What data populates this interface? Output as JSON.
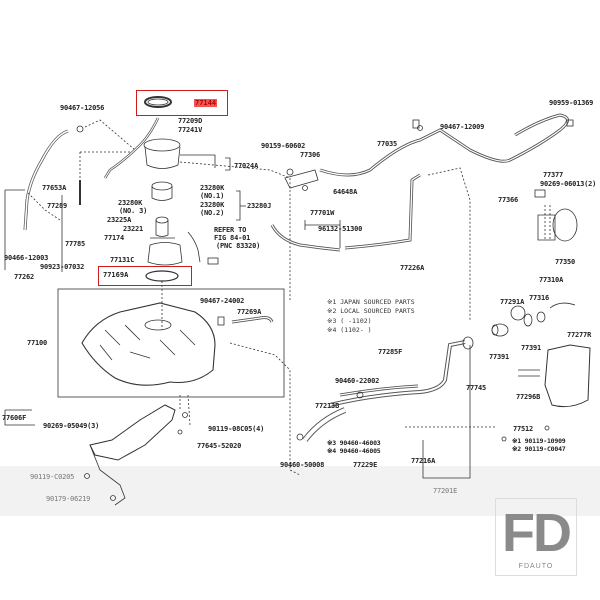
{
  "diagram": {
    "title": "Fuel tank & tube parts diagram",
    "highlight_color": "#d21c1c",
    "highlighted_parts": [
      "77144",
      "77169A"
    ],
    "labels": {
      "p90467_12056": "90467-12056",
      "p77144": "77144",
      "p77209D": "77209D",
      "p77241V": "77241V",
      "p77024A": "77024A",
      "p77653A": "77653A",
      "p77289": "77289",
      "p23280K_no3": "23280K",
      "p23280K_no3_sub": "(NO. 3)",
      "p23225A": "23225A",
      "p23221": "23221",
      "p77174": "77174",
      "p77785": "77785",
      "p77131C": "77131C",
      "p90466_12003": "90466-12003",
      "p90923_07032": "90923-07032",
      "p77262": "77262",
      "p23280K_no1": "23280K",
      "p23280K_no1_sub": "(NO.1)",
      "p23280K_no2": "23280K",
      "p23280K_no2_sub": "(NO.2)",
      "p23280J": "23280J",
      "refer_1": "REFER TO",
      "refer_2": "FIG 84-01",
      "refer_3": "(PNC 83320)",
      "p77169A": "77169A",
      "p90159_60602": "90159-60602",
      "p77306": "77306",
      "p64648A": "64648A",
      "p77035": "77035",
      "p90467_12009": "90467-12009",
      "p77701W": "77701W",
      "p96132_51300": "96132-51300",
      "p77226A": "77226A",
      "p90959_01369": "90959-01369",
      "p77377": "77377",
      "p90269_06013": "90269-06013(2)",
      "p77366": "77366",
      "p77350": "77350",
      "p77100": "77100",
      "p90467_24002": "90467-24002",
      "p77269A": "77269A",
      "p77606F": "77606F",
      "p90269_05049": "90269-05049(3)",
      "p90119_08C05": "90119-08C05(4)",
      "p77645_52020": "77645-52020",
      "p90119_C0205": "90119-C0205",
      "p90179_06219": "90179-06219",
      "p77285F": "77285F",
      "p90460_22002": "90460-22002",
      "p77213B": "77213B",
      "p90460_46003": "※3 90460-46003",
      "p90460_46005": "※4 90460-46005",
      "p90460_50008": "90460-50008",
      "p77229E": "77229E",
      "p77216A": "77216A",
      "p77201E": "77201E",
      "p77745": "77745",
      "p77310A": "77310A",
      "p77316": "77316",
      "p77291A": "77291A",
      "p77391a": "77391",
      "p77391b": "77391",
      "p77277R": "77277R",
      "p77296B": "77296B",
      "p77512": "77512",
      "p90119_10909": "※1 90119-10909",
      "p90119_C0047": "※2 90119-C0047"
    },
    "notes": [
      "※1 JAPAN SOURCED PARTS",
      "※2 LOCAL SOURCED PARTS",
      "※3 (     -1102)",
      "※4 (1102-     )"
    ]
  },
  "watermark": {
    "logo": "FD",
    "text": "FDAUTO"
  }
}
